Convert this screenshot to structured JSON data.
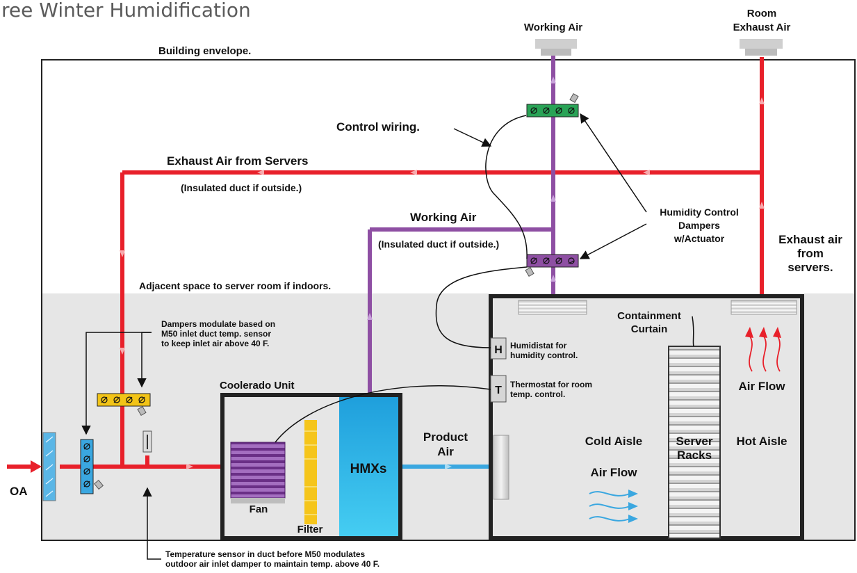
{
  "title": "ree Winter Humidification",
  "labels": {
    "working_air_top": "Working Air",
    "room_exhaust_air_line1": "Room",
    "room_exhaust_air_line2": "Exhaust Air",
    "building_envelope": "Building envelope.",
    "control_wiring": "Control wiring.",
    "exhaust_air_from_servers": "Exhaust Air from Servers",
    "insulated_duct_1": "(Insulated duct if outside.)",
    "working_air_mid": "Working Air",
    "insulated_duct_2": "(Insulated duct if outside.)",
    "humidity_control_line1": "Humidity Control",
    "humidity_control_line2": "Dampers",
    "humidity_control_line3": "w/Actuator",
    "exhaust_air_right_line1": "Exhaust air",
    "exhaust_air_right_line2": "from",
    "exhaust_air_right_line3": "servers.",
    "adjacent_space": "Adjacent space to server room if indoors.",
    "dampers_modulate_line1": "Dampers modulate based on",
    "dampers_modulate_line2": "M50 inlet duct temp. sensor",
    "dampers_modulate_line3": "to keep inlet air above 40 F.",
    "containment_line1": "Containment",
    "containment_line2": "Curtain",
    "humidistat_line1": "Humidistat for",
    "humidistat_line2": "humidity control.",
    "humidistat_letter": "H",
    "thermostat_line1": "Thermostat for room",
    "thermostat_line2": "temp. control.",
    "thermostat_letter": "T",
    "coolerado_unit": "Coolerado Unit",
    "air_flow_hot": "Air Flow",
    "product_air_line1": "Product",
    "product_air_line2": "Air",
    "hmxs": "HMXs",
    "cold_aisle": "Cold Aisle",
    "server_racks_line1": "Server",
    "server_racks_line2": "Racks",
    "hot_aisle": "Hot Aisle",
    "oa": "OA",
    "air_flow_cold": "Air Flow",
    "fan": "Fan",
    "filter": "Filter",
    "temp_sensor_line1": "Temperature sensor in duct before M50 modulates",
    "temp_sensor_line2": "outdoor air inlet damper to maintain temp. above 40 F."
  },
  "colors": {
    "exhaust_duct": "#e8202a",
    "working_air_duct": "#8e4fa3",
    "product_air_duct": "#3aa7e0",
    "hmx": "#2fb7e8",
    "damper_green": "#29a356",
    "damper_yellow": "#f2c417",
    "damper_purple": "#8e4fa3",
    "fan": "#7a3f95",
    "filter": "#f5c51b",
    "indoor_space": "#e6e6e6"
  }
}
